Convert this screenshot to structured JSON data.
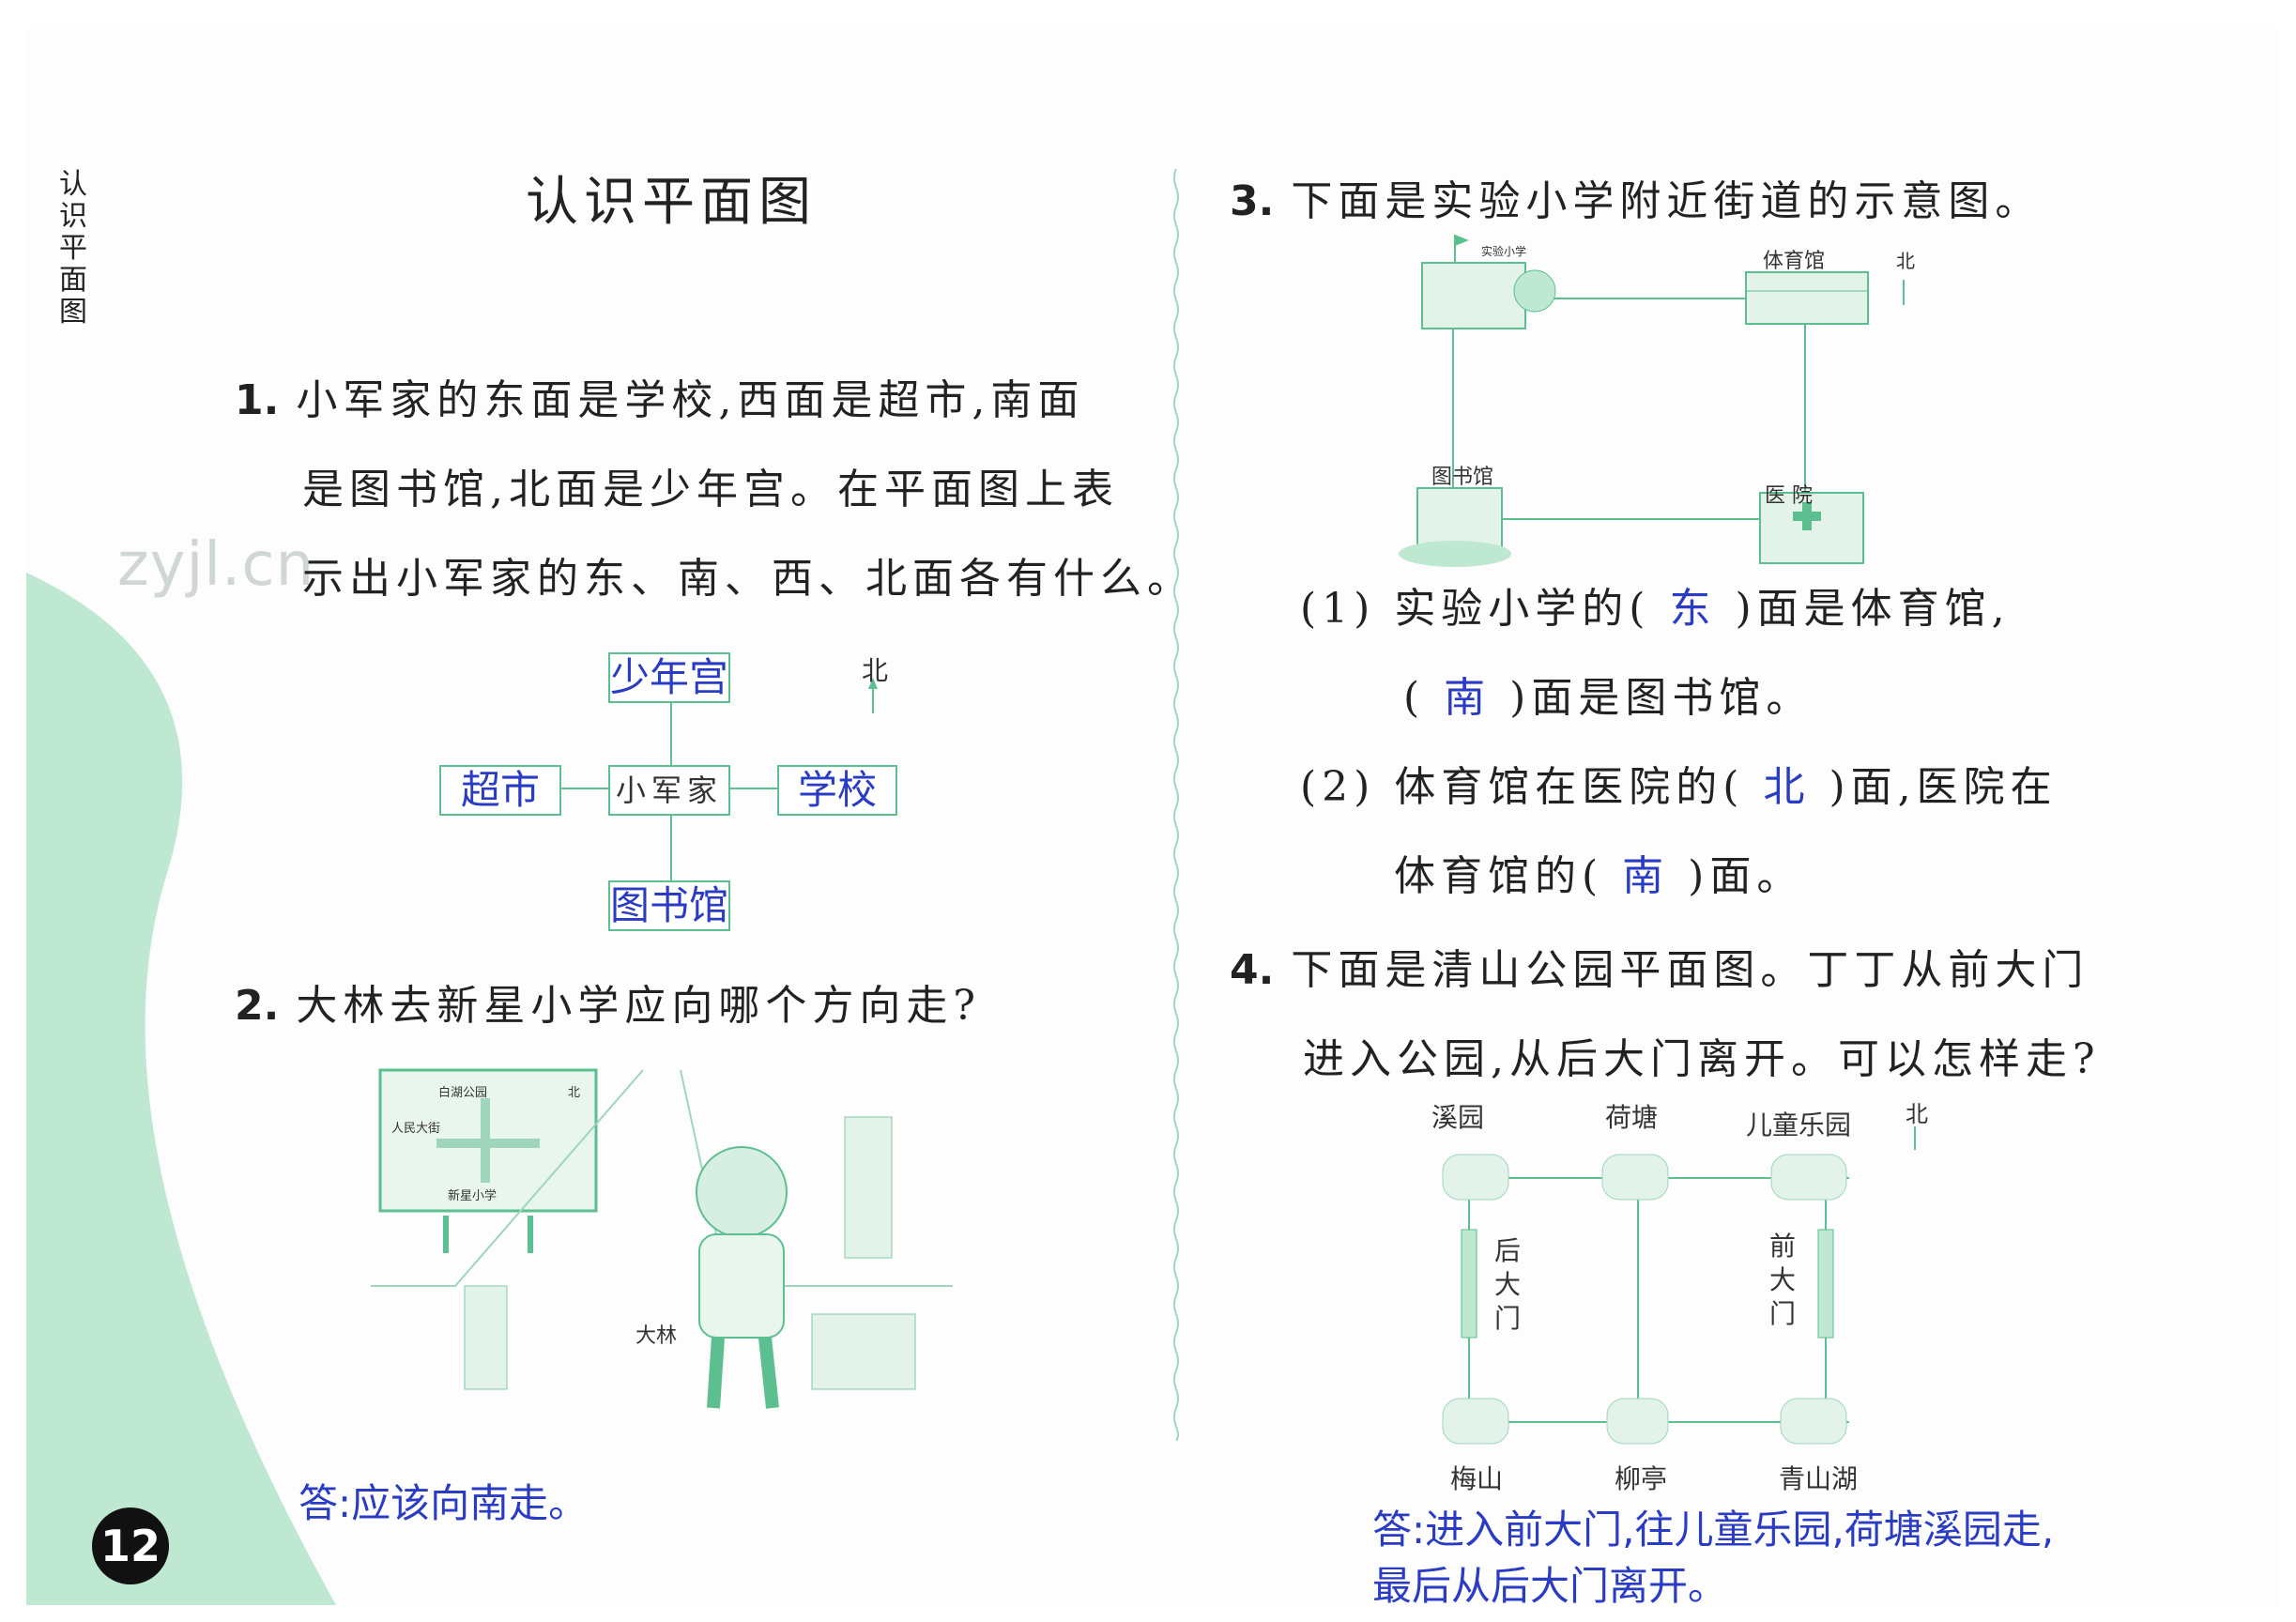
{
  "side_title": "认识平面图",
  "watermark": "zyjl.cn",
  "page_number": "12",
  "lesson_title": "认识平面图",
  "q1": {
    "number": "1.",
    "lines": [
      "小军家的东面是学校,西面是超市,南面",
      "是图书馆,北面是少年宫。在平面图上表",
      "示出小军家的东、南、西、北面各有什么。"
    ],
    "north": "北",
    "top": "少年宫",
    "left": "超市",
    "center": "小军家",
    "right": "学校",
    "bottom": "图书馆"
  },
  "q2": {
    "number": "2.",
    "text": "大林去新星小学应向哪个方向走?",
    "sign": {
      "top": "白湖公园",
      "left": "人民大街",
      "bottom": "新星小学",
      "north": "北"
    },
    "person": "大林",
    "answer": "答:应该向南走。"
  },
  "q3": {
    "number": "3.",
    "text": "下面是实验小学附近街道的示意图。",
    "map": {
      "school": "实验小学",
      "gym": "体育馆",
      "library": "图书馆",
      "hospital": "医 院",
      "north": "北"
    },
    "p1_pre": "(1) 实验小学的(",
    "p1_ans1": "东",
    "p1_mid": ")面是体育馆,",
    "p1b_pre": "(",
    "p1_ans2": "南",
    "p1b_post": ")面是图书馆。",
    "p2_pre": "(2) 体育馆在医院的(",
    "p2_ans1": "北",
    "p2_mid": ")面,医院在",
    "p2b_pre": "体育馆的(",
    "p2_ans2": "南",
    "p2b_post": ")面。"
  },
  "q4": {
    "number": "4.",
    "lines": [
      "下面是清山公园平面图。丁丁从前大门",
      "进入公园,从后大门离开。可以怎样走?"
    ],
    "map": {
      "xiyuan": "溪园",
      "hetang": "荷塘",
      "ertong": "儿童乐园",
      "north": "北",
      "back_gate": "后大门",
      "front_gate": "前大门",
      "meishan": "梅山",
      "liuting": "柳亭",
      "qingshanhu": "青山湖"
    },
    "answer_lines": [
      "答:进入前大门,往儿童乐园,荷塘溪园走,",
      "最后从后大门离开。"
    ]
  }
}
